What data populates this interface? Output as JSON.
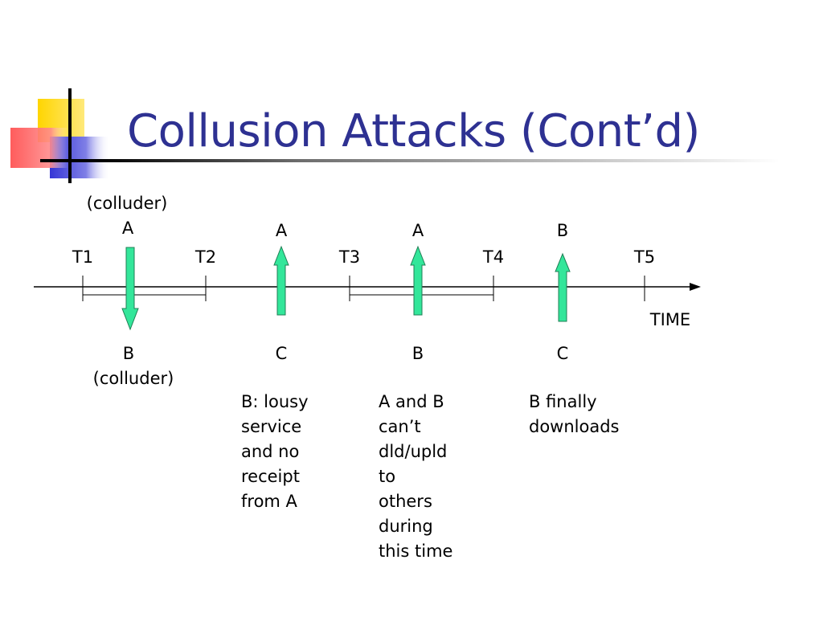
{
  "title": "Collusion Attacks (Cont’d)",
  "colors": {
    "title": "#2E3192",
    "arrow_fill": "#33E69A",
    "arrow_stroke": "#1F7F55",
    "logo_yellow": "#FFD500",
    "logo_blue": "#3535D6",
    "logo_red": "#FF4A4A"
  },
  "timeline": {
    "axis_label": "TIME",
    "time_points": [
      "T1",
      "T2",
      "T3",
      "T4",
      "T5"
    ]
  },
  "transfers": [
    {
      "top_sub": "(colluder)",
      "top": "A",
      "bottom": "B",
      "bottom_sub": "(colluder)",
      "direction": "down"
    },
    {
      "top": "A",
      "bottom": "C",
      "direction": "up"
    },
    {
      "top": "A",
      "bottom": "B",
      "direction": "up"
    },
    {
      "top": "B",
      "bottom": "C",
      "direction": "up"
    }
  ],
  "notes": [
    {
      "lines": [
        "B: lousy",
        "service",
        "and no",
        "receipt",
        "from A"
      ]
    },
    {
      "lines": [
        "A and B",
        "can’t",
        "dld/upld",
        "to",
        "others",
        "during",
        "this time"
      ]
    },
    {
      "lines": [
        "B finally",
        "downloads"
      ]
    }
  ]
}
